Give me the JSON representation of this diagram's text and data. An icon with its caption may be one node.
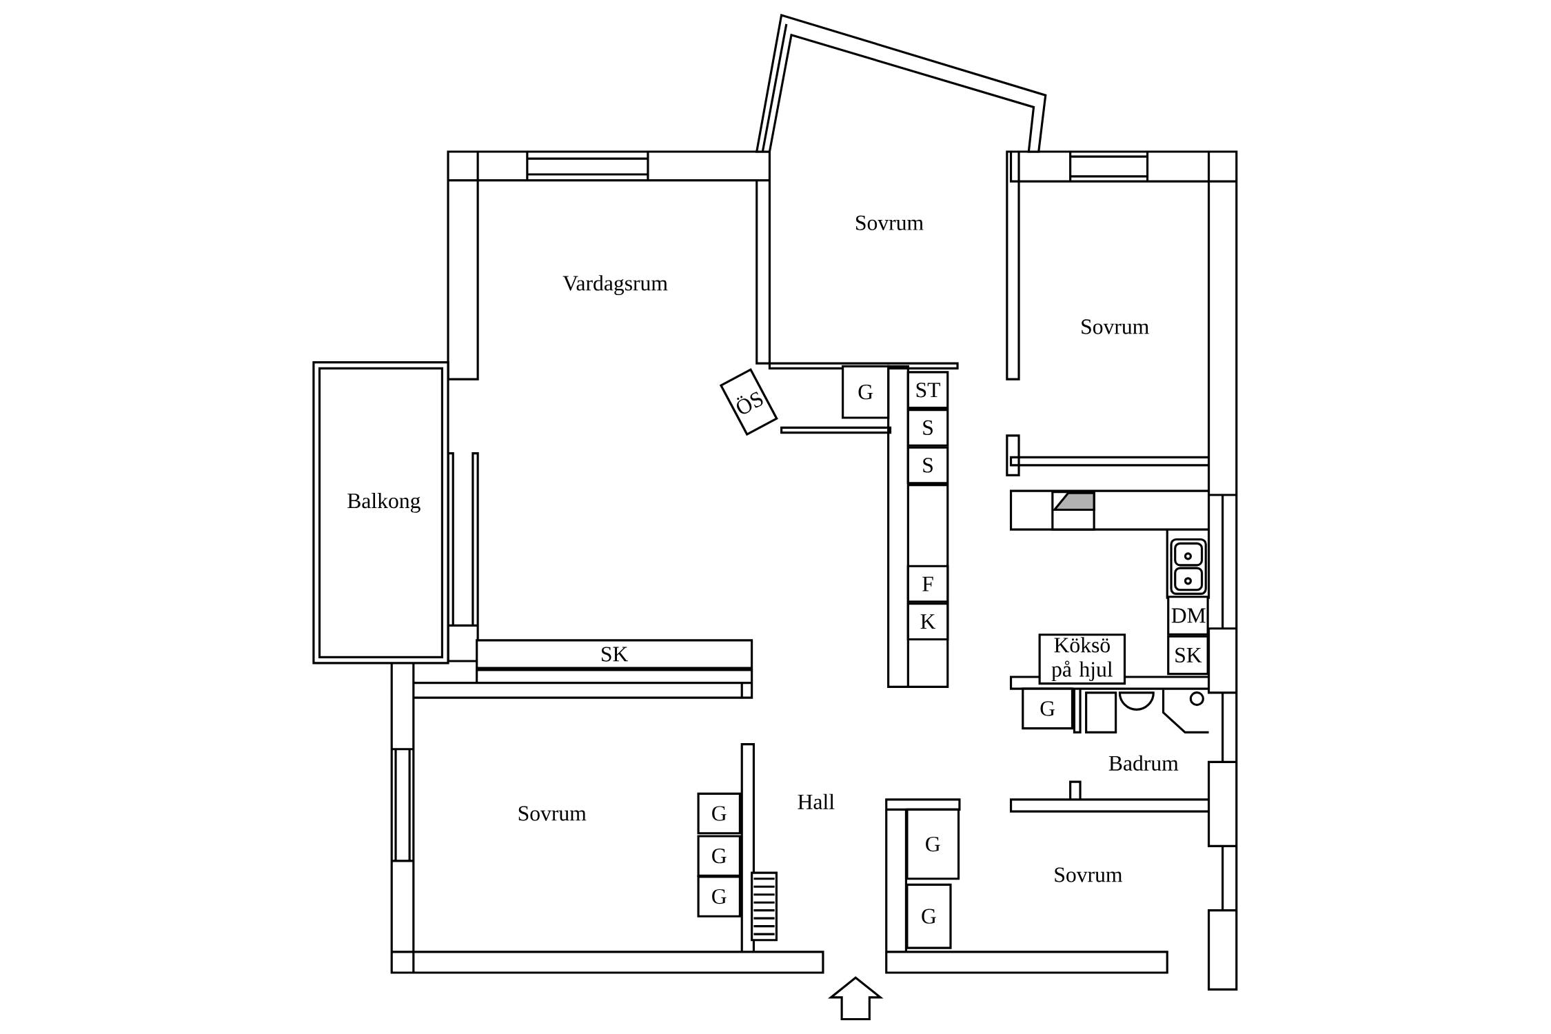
{
  "diagram": {
    "nodes": [
      {
        "text": [
          "G"
        ]
      },
      {
        "text": [
          "ST"
        ]
      },
      {
        "text": [
          "S"
        ]
      },
      {
        "text": [
          "S"
        ]
      },
      {
        "text": [
          "F"
        ]
      },
      {
        "text": [
          "K"
        ]
      },
      {
        "text": [
          "ÖS"
        ]
      },
      {
        "text": [
          "SK"
        ]
      },
      {
        "text": [
          "DM"
        ]
      },
      {
        "text": [
          "SK"
        ]
      },
      {
        "text": [
          "Köksö på hjul"
        ]
      },
      {
        "text": [
          "G"
        ]
      },
      {
        "text": [
          "G"
        ]
      },
      {
        "text": [
          "G"
        ]
      },
      {
        "text": [
          "G"
        ]
      },
      {
        "text": [
          "G"
        ]
      },
      {
        "text": [
          "G"
        ]
      }
    ],
    "labels": [
      "Sovrum",
      "Vardagsrum",
      "Sovrum",
      "Balkong",
      "Badrum",
      "Hall",
      "Sovrum",
      "Sovrum"
    ]
  }
}
